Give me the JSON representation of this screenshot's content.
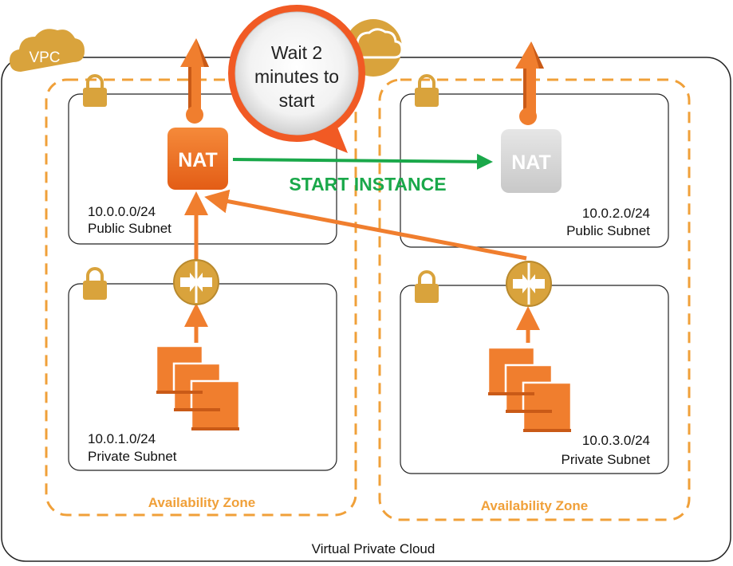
{
  "vpc": {
    "badge": "VPC",
    "caption": "Virtual Private Cloud"
  },
  "zones": [
    {
      "label": "Availability Zone",
      "public_subnet": {
        "cidr": "10.0.0.0/24",
        "name": "Public Subnet"
      },
      "private_subnet": {
        "cidr": "10.0.1.0/24",
        "name": "Private Subnet"
      },
      "nat": {
        "label": "NAT",
        "state": "running"
      }
    },
    {
      "label": "Availability Zone",
      "public_subnet": {
        "cidr": "10.0.2.0/24",
        "name": "Public Subnet"
      },
      "private_subnet": {
        "cidr": "10.0.3.0/24",
        "name": "Private Subnet"
      },
      "nat": {
        "label": "NAT",
        "state": "stopped"
      }
    }
  ],
  "callout": {
    "line1": "Wait 2",
    "line2": "minutes to",
    "line3": "start"
  },
  "action": {
    "label": "START INSTANCE"
  },
  "colors": {
    "orange": "#f07e2e",
    "orange_dark": "#d4631b",
    "gold": "#d9a33c",
    "green": "#1aa84a",
    "nat_active": "#ee6f24",
    "nat_inactive": "#d6d6d6",
    "zone_border": "#f0a039"
  }
}
